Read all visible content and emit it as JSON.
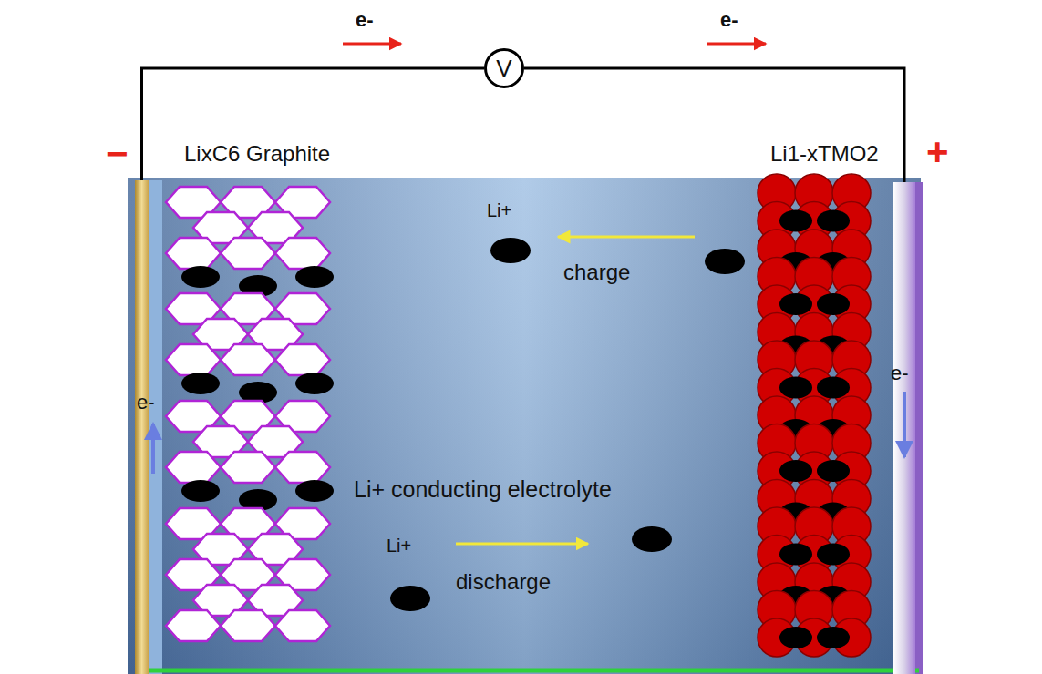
{
  "diagram": {
    "nodes": [
      {
        "text": [
          "−",
          "LixC6 Graphite"
        ]
      },
      {
        "text": [
          "V"
        ]
      },
      {
        "text": [
          "Li1-xTMO2",
          "+"
        ]
      }
    ],
    "edges": [
      {
        "from": 0,
        "to": 1,
        "arrow": "none"
      },
      {
        "from": 1,
        "to": 2,
        "arrow": "none"
      }
    ],
    "labels": [
      "e-",
      "e-",
      "Li+",
      "charge",
      "Li+ conducting electrolyte",
      "Li+",
      "discharge",
      "e-",
      "e-"
    ]
  }
}
